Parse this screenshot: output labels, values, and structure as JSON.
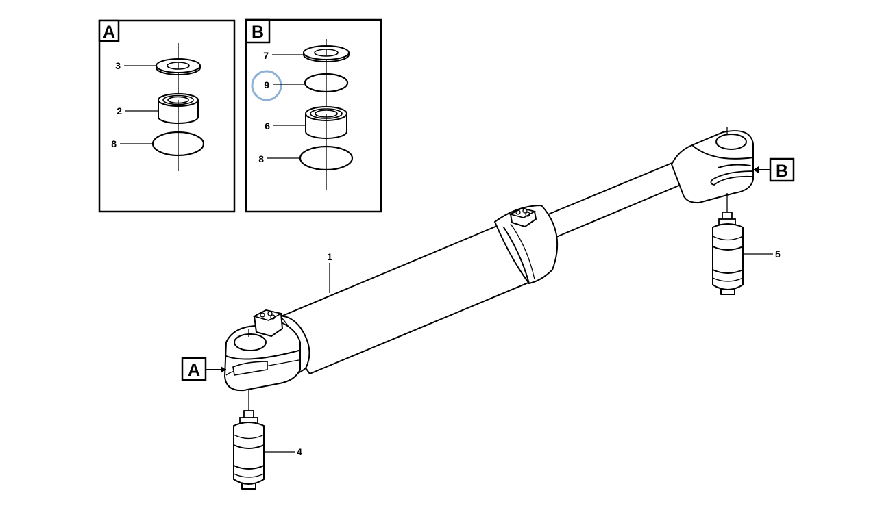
{
  "detail_views": {
    "a": {
      "tag": "A",
      "callouts": {
        "c3": "3",
        "c2": "2",
        "c8": "8"
      }
    },
    "b": {
      "tag": "B",
      "callouts": {
        "c7": "7",
        "c9": "9",
        "c6": "6",
        "c8": "8"
      }
    }
  },
  "main_view": {
    "callouts": {
      "c1": "1",
      "c4": "4",
      "c5": "5"
    },
    "tag_a": "A",
    "tag_b": "B"
  },
  "highlight": {
    "callout": "9",
    "color": "#8eb2d6"
  }
}
